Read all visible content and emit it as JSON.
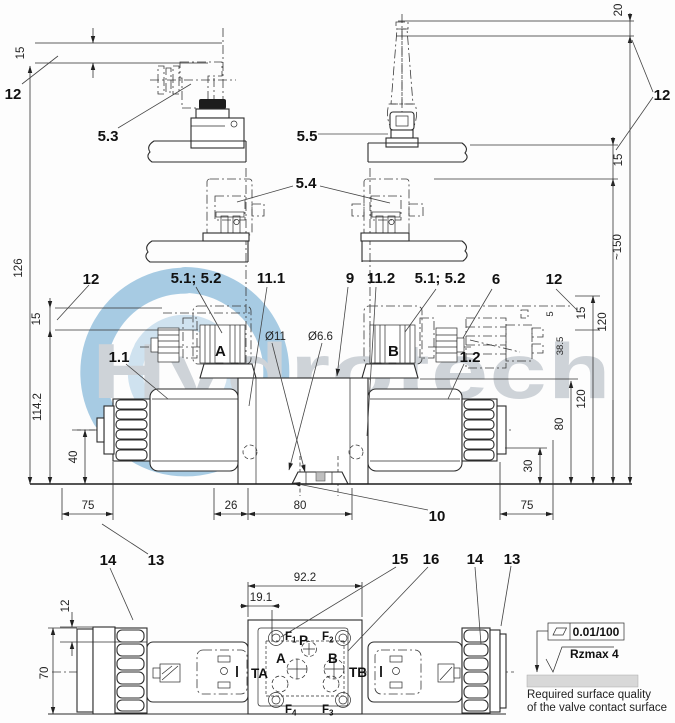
{
  "drawing": {
    "watermark_text": "Hydrotech",
    "watermark_text_color": "#c9ced4",
    "watermark_logo_outer": "#9ec6e0",
    "watermark_logo_inner": "#cadfee",
    "callouts": {
      "pos12_top_left": "12",
      "pos5_3": "5.3",
      "pos5_5": "5.5",
      "pos5_4": "5.4",
      "pos12_top_right": "12",
      "pos12_mid_left": "12",
      "pos51_52_left": "5.1; 5.2",
      "pos11_1": "11.1",
      "pos9": "9",
      "pos11_2": "11.2",
      "pos51_52_right": "5.1; 5.2",
      "pos6": "6",
      "pos12_mid_right": "12",
      "pos1_1": "1.1",
      "pos1_2": "1.2",
      "pos10": "10",
      "pos14_left": "14",
      "pos13_left": "13",
      "pos15": "15",
      "pos16": "16",
      "pos14_right": "14",
      "pos13_right": "13"
    },
    "dims": {
      "v15_top_left": "15",
      "v126": "126",
      "v20": "20",
      "v15_top_right": "15",
      "v150": "~150",
      "v15_mid_left": "15",
      "v114_2": "114.2",
      "v40": "40",
      "v30": "30",
      "v80": "80",
      "v120_inner": "120",
      "v120_outer": "120",
      "v15_right": "15",
      "v5": "5",
      "v38_5": "38.5",
      "dia11": "Ø11",
      "dia6_6": "Ø6.6",
      "h75_left": "75",
      "h26": "26",
      "h80": "80",
      "h75_right": "75",
      "h92_2": "92.2",
      "h19_1": "19.1",
      "v12_bottom": "12",
      "v70": "70"
    },
    "coils": {
      "a": "A",
      "b": "B"
    },
    "ports": {
      "f": "F",
      "s1": "1",
      "s2": "2",
      "s3": "3",
      "s4": "4",
      "p": "P",
      "a": "A",
      "b": "B",
      "ta": "TA",
      "tb": "TB"
    },
    "surface_note": {
      "flatness": "0.01/100",
      "roughness": "Rzmax 4",
      "caption_line1": "Required surface quality",
      "caption_line2": "of the valve contact surface"
    }
  }
}
